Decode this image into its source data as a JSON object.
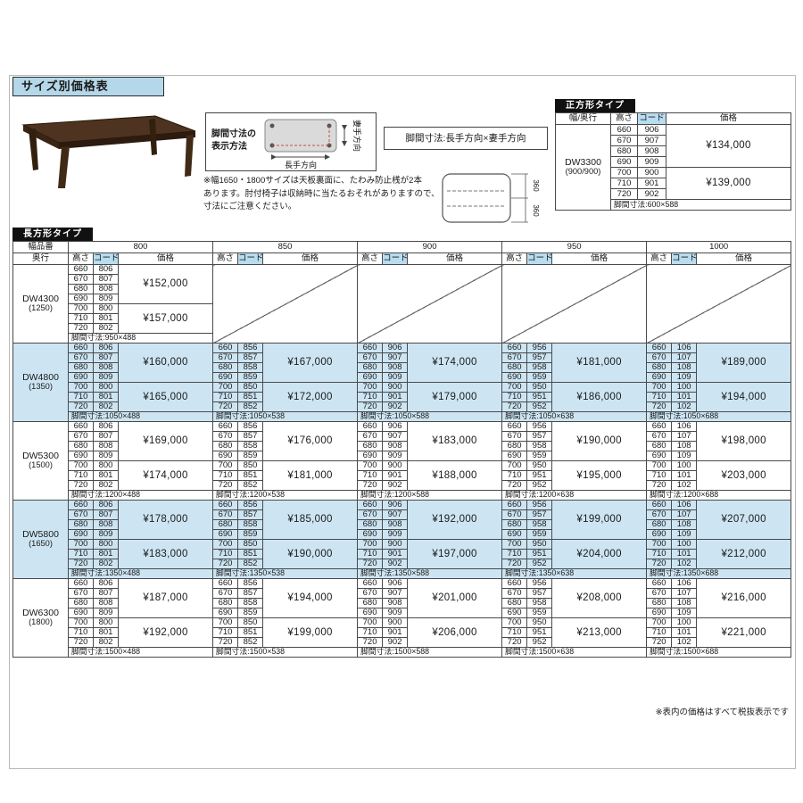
{
  "title": "サイズ別価格表",
  "legend": {
    "method_label": "脚間寸法の\n表示方法",
    "long_dir": "長手方向",
    "short_dir": "妻手方向",
    "formula": "脚間寸法:長手方向×妻手方向"
  },
  "note": "※幅1650・1800サイズは天板裏面に、たわみ防止桟が2本\nあります。肘付椅子は収納時に当たるおそれがありますので、\n寸法にご注意ください。",
  "dims": [
    "360",
    "360"
  ],
  "footnote": "※表内の価格はすべて税抜表示です",
  "colors": {
    "block_alt_blue": "#cde5f3",
    "code_header_blue": "#b8dcf0",
    "tab_black": "#111111",
    "title_blue": "#b5d7ea"
  },
  "square": {
    "tab": "正方形タイプ",
    "headers": {
      "wd": "幅/奥行",
      "h": "高さ",
      "code": "コード",
      "price": "価格"
    },
    "model": "DW3300",
    "depth": "(900/900)",
    "group_a": {
      "rows": [
        [
          "660",
          "906"
        ],
        [
          "670",
          "907"
        ],
        [
          "680",
          "908"
        ],
        [
          "690",
          "909"
        ]
      ],
      "price": "¥134,000"
    },
    "group_b": {
      "rows": [
        [
          "700",
          "900"
        ],
        [
          "710",
          "901"
        ],
        [
          "720",
          "902"
        ]
      ],
      "price": "¥139,000"
    },
    "leg": "脚間寸法:600×588"
  },
  "rect": {
    "tab": "長方形タイプ",
    "corner_top": "幅品番",
    "corner_bottom": "奥行",
    "headers": {
      "h": "高さ",
      "code": "コード",
      "price": "価格"
    },
    "widths": [
      "800",
      "850",
      "900",
      "950",
      "1000"
    ],
    "heights_a": [
      "660",
      "670",
      "680",
      "690"
    ],
    "heights_b": [
      "700",
      "710",
      "720"
    ],
    "codes": [
      {
        "a": [
          "806",
          "807",
          "808",
          "809"
        ],
        "b": [
          "800",
          "801",
          "802"
        ]
      },
      {
        "a": [
          "856",
          "857",
          "858",
          "859"
        ],
        "b": [
          "850",
          "851",
          "852"
        ]
      },
      {
        "a": [
          "906",
          "907",
          "908",
          "909"
        ],
        "b": [
          "900",
          "901",
          "902"
        ]
      },
      {
        "a": [
          "956",
          "957",
          "958",
          "959"
        ],
        "b": [
          "950",
          "951",
          "952"
        ]
      },
      {
        "a": [
          "106",
          "107",
          "108",
          "109"
        ],
        "b": [
          "100",
          "101",
          "102"
        ]
      }
    ],
    "models": [
      {
        "name": "DW4300",
        "depth": "(1250)",
        "groups": [
          {
            "price_a": "¥152,000",
            "price_b": "¥157,000",
            "leg": "脚間寸法:950×488"
          },
          null,
          null,
          null,
          null
        ]
      },
      {
        "name": "DW4800",
        "depth": "(1350)",
        "groups": [
          {
            "price_a": "¥160,000",
            "price_b": "¥165,000",
            "leg": "脚間寸法:1050×488"
          },
          {
            "price_a": "¥167,000",
            "price_b": "¥172,000",
            "leg": "脚間寸法:1050×538"
          },
          {
            "price_a": "¥174,000",
            "price_b": "¥179,000",
            "leg": "脚間寸法:1050×588"
          },
          {
            "price_a": "¥181,000",
            "price_b": "¥186,000",
            "leg": "脚間寸法:1050×638"
          },
          {
            "price_a": "¥189,000",
            "price_b": "¥194,000",
            "leg": "脚間寸法:1050×688"
          }
        ]
      },
      {
        "name": "DW5300",
        "depth": "(1500)",
        "groups": [
          {
            "price_a": "¥169,000",
            "price_b": "¥174,000",
            "leg": "脚間寸法:1200×488"
          },
          {
            "price_a": "¥176,000",
            "price_b": "¥181,000",
            "leg": "脚間寸法:1200×538"
          },
          {
            "price_a": "¥183,000",
            "price_b": "¥188,000",
            "leg": "脚間寸法:1200×588"
          },
          {
            "price_a": "¥190,000",
            "price_b": "¥195,000",
            "leg": "脚間寸法:1200×638"
          },
          {
            "price_a": "¥198,000",
            "price_b": "¥203,000",
            "leg": "脚間寸法:1200×688"
          }
        ]
      },
      {
        "name": "DW5800",
        "depth": "(1650)",
        "groups": [
          {
            "price_a": "¥178,000",
            "price_b": "¥183,000",
            "leg": "脚間寸法:1350×488"
          },
          {
            "price_a": "¥185,000",
            "price_b": "¥190,000",
            "leg": "脚間寸法:1350×538"
          },
          {
            "price_a": "¥192,000",
            "price_b": "¥197,000",
            "leg": "脚間寸法:1350×588"
          },
          {
            "price_a": "¥199,000",
            "price_b": "¥204,000",
            "leg": "脚間寸法:1350×638"
          },
          {
            "price_a": "¥207,000",
            "price_b": "¥212,000",
            "leg": "脚間寸法:1350×688"
          }
        ]
      },
      {
        "name": "DW6300",
        "depth": "(1800)",
        "groups": [
          {
            "price_a": "¥187,000",
            "price_b": "¥192,000",
            "leg": "脚間寸法:1500×488"
          },
          {
            "price_a": "¥194,000",
            "price_b": "¥199,000",
            "leg": "脚間寸法:1500×538"
          },
          {
            "price_a": "¥201,000",
            "price_b": "¥206,000",
            "leg": "脚間寸法:1500×588"
          },
          {
            "price_a": "¥208,000",
            "price_b": "¥213,000",
            "leg": "脚間寸法:1500×638"
          },
          {
            "price_a": "¥216,000",
            "price_b": "¥221,000",
            "leg": "脚間寸法:1500×688"
          }
        ]
      }
    ]
  }
}
